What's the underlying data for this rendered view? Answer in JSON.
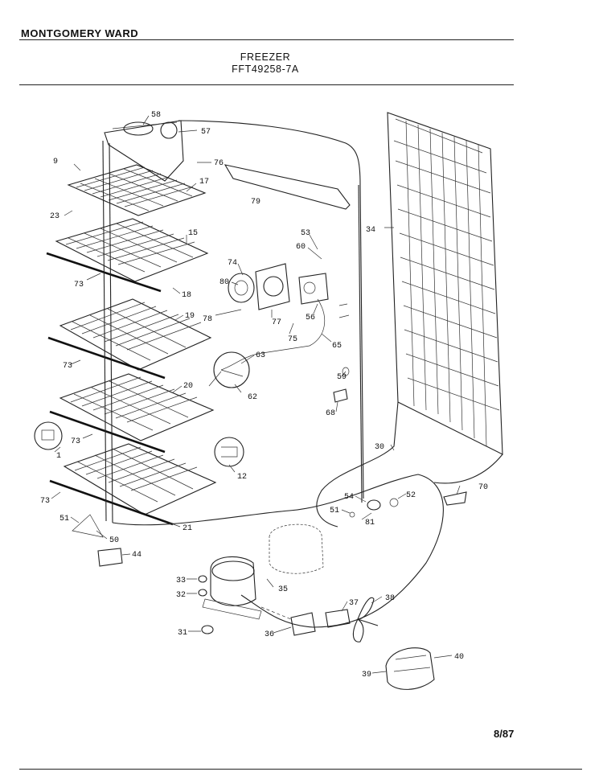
{
  "header": {
    "brand": "MONTGOMERY WARD",
    "title": "FREEZER",
    "model": "FFT49258-7A"
  },
  "footer": {
    "date": "8/87"
  },
  "callouts": [
    "58",
    "57",
    "9",
    "76",
    "17",
    "79",
    "23",
    "15",
    "53",
    "60",
    "34",
    "74",
    "80",
    "73",
    "18",
    "56",
    "19",
    "78",
    "77",
    "75",
    "65",
    "63",
    "73",
    "59",
    "62",
    "20",
    "68",
    "73",
    "30",
    "1",
    "12",
    "70",
    "54",
    "52",
    "73",
    "51",
    "81",
    "51",
    "50",
    "21",
    "44",
    "33",
    "35",
    "32",
    "37",
    "38",
    "31",
    "36",
    "40",
    "39"
  ]
}
